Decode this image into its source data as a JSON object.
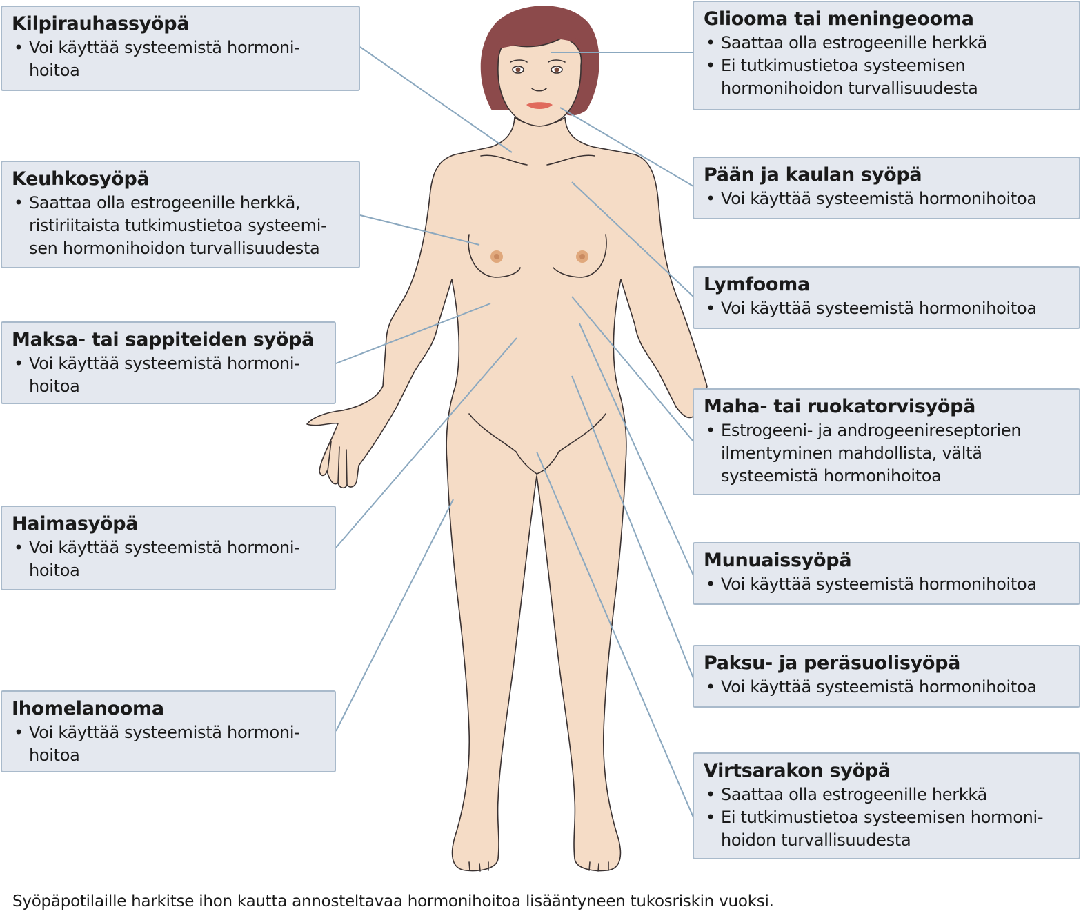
{
  "left_boxes": [
    {
      "title": "Kilpirauhassyöpä",
      "bullets": [
        "Voi käyttää systeemistä hormoni-\nhoitoa"
      ]
    },
    {
      "title": "Keuhkosyöpä",
      "bullets": [
        "Saattaa olla estrogeenille herkkä,\nristiriitaista tutkimustietoa systeemi-\nsen hormonihoidon turvallisuudesta"
      ]
    },
    {
      "title": "Maksa- tai sappiteiden syöpä",
      "bullets": [
        "Voi käyttää systeemistä hormoni-\nhoitoa"
      ]
    },
    {
      "title": "Haimasyöpä",
      "bullets": [
        "Voi käyttää systeemistä hormoni-\nhoitoa"
      ]
    },
    {
      "title": "Ihomelanooma",
      "bullets": [
        "Voi käyttää systeemistä hormoni-\nhoitoa"
      ]
    }
  ],
  "right_boxes": [
    {
      "title": "Gliooma tai meningeooma",
      "bullets": [
        "Saattaa olla estrogeenille herkkä",
        "Ei tutkimustietoa systeemisen\nhormonihoidon turvallisuudesta"
      ]
    },
    {
      "title": "Pään ja kaulan syöpä",
      "bullets": [
        "Voi käyttää systeemistä hormonihoitoa"
      ]
    },
    {
      "title": "Lymfooma",
      "bullets": [
        "Voi käyttää systeemistä hormonihoitoa"
      ]
    },
    {
      "title": "Maha- tai ruokatorvisyöpä",
      "bullets": [
        "Estrogeeni- ja androgeenireseptorien\nilmentyminen mahdollista, vältä\nsysteemistä hormonihoitoa"
      ]
    },
    {
      "title": "Munuaissyöpä",
      "bullets": [
        "Voi käyttää systeemistä hormonihoitoa"
      ]
    },
    {
      "title": "Paksu- ja peräsuolisyöpä",
      "bullets": [
        "Voi käyttää systeemistä hormonihoitoa"
      ]
    },
    {
      "title": "Virtsarakon syöpä",
      "bullets": [
        "Saattaa olla estrogeenille herkkä",
        "Ei tutkimustietoa systeemisen hormoni-\nhoidon turvallisuudesta"
      ]
    }
  ],
  "footnote": "Syöpäpotilaille harkitse ihon kautta annosteltavaa hormonihoitoa lisääntyneen tukosriskin vuoksi.",
  "colors": {
    "skin": "#f5dcc6",
    "hair": "#8c4a4b",
    "box_fill": "#e4e8ef",
    "box_border": "#a9bacb",
    "leader": "#8ba8bf"
  }
}
